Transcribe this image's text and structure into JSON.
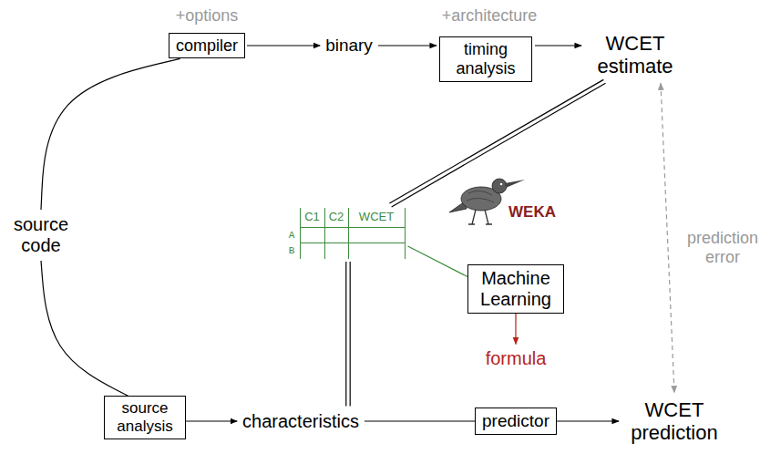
{
  "diagram": {
    "nodes": [
      {
        "text": [
          "compiler"
        ]
      },
      {
        "text": [
          "binary"
        ]
      },
      {
        "text": [
          "timing analysis"
        ]
      },
      {
        "text": [
          "WCET estimate"
        ]
      },
      {
        "text": [
          "source code"
        ]
      },
      {
        "text": [
          "C1",
          "C2",
          "WCET",
          "A",
          "B"
        ]
      },
      {
        "text": [
          "Machine Learning"
        ]
      },
      {
        "text": [
          "formula"
        ]
      },
      {
        "text": [
          "source analysis"
        ]
      },
      {
        "text": [
          "characteristics"
        ]
      },
      {
        "text": [
          "predictor"
        ]
      },
      {
        "text": [
          "WCET prediction"
        ]
      }
    ],
    "edges": [
      {
        "from": 0,
        "to": 1,
        "arrow": "to"
      },
      {
        "from": 1,
        "to": 2,
        "arrow": "to"
      },
      {
        "from": 2,
        "to": 3,
        "arrow": "to"
      },
      {
        "from": 4,
        "to": 0,
        "arrow": "none"
      },
      {
        "from": 4,
        "to": 8,
        "arrow": "none"
      },
      {
        "from": 3,
        "to": 5,
        "arrow": "none"
      },
      {
        "from": 5,
        "to": 6,
        "arrow": "none"
      },
      {
        "from": 6,
        "to": 7,
        "arrow": "to"
      },
      {
        "from": 5,
        "to": 9,
        "arrow": "none"
      },
      {
        "from": 8,
        "to": 9,
        "arrow": "to"
      },
      {
        "from": 9,
        "to": 10,
        "arrow": "none"
      },
      {
        "from": 10,
        "to": 11,
        "arrow": "to"
      },
      {
        "from": 3,
        "to": 11,
        "label": "prediction error",
        "arrow": "both"
      }
    ],
    "labels": [
      "+options",
      "+architecture",
      "WEKA"
    ]
  }
}
